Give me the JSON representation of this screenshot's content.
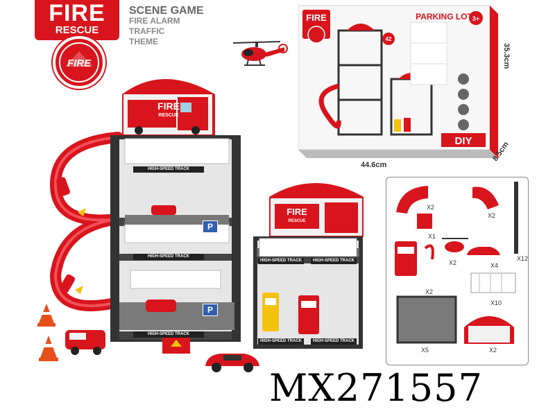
{
  "brand": {
    "title": "FIRE",
    "subtitle": "RESCUE",
    "badge_text": "FIRE",
    "accent": "#d8141c"
  },
  "theme": {
    "line1": "SCENE GAME",
    "line2": "FIRE ALARM",
    "line3": "TRAFFIC",
    "line4": "THEME"
  },
  "box": {
    "brand": "FIRE",
    "title": "PARKING LOT",
    "age": "3+",
    "pcs": "42",
    "diy": "DIY",
    "height": "35.3cm",
    "width": "44.6cm",
    "depth": "8.5cm"
  },
  "playset": {
    "sign_title": "FIRE",
    "sign_sub": "RESCUE",
    "track_label": "HIGH-SPEED TRACK",
    "parking_symbol": "P"
  },
  "parts": {
    "items": [
      {
        "name": "curve",
        "qty": "X2"
      },
      {
        "name": "ramp",
        "qty": "X2"
      },
      {
        "name": "pole",
        "qty": "X12"
      },
      {
        "name": "tile",
        "qty": "X1"
      },
      {
        "name": "pump",
        "qty": "X2"
      },
      {
        "name": "helicopter",
        "qty": "X2"
      },
      {
        "name": "car",
        "qty": "X4"
      },
      {
        "name": "fence",
        "qty": "X10"
      },
      {
        "name": "floor",
        "qty": "X5"
      },
      {
        "name": "sign",
        "qty": "X2"
      }
    ]
  },
  "product_code": "MX271557"
}
